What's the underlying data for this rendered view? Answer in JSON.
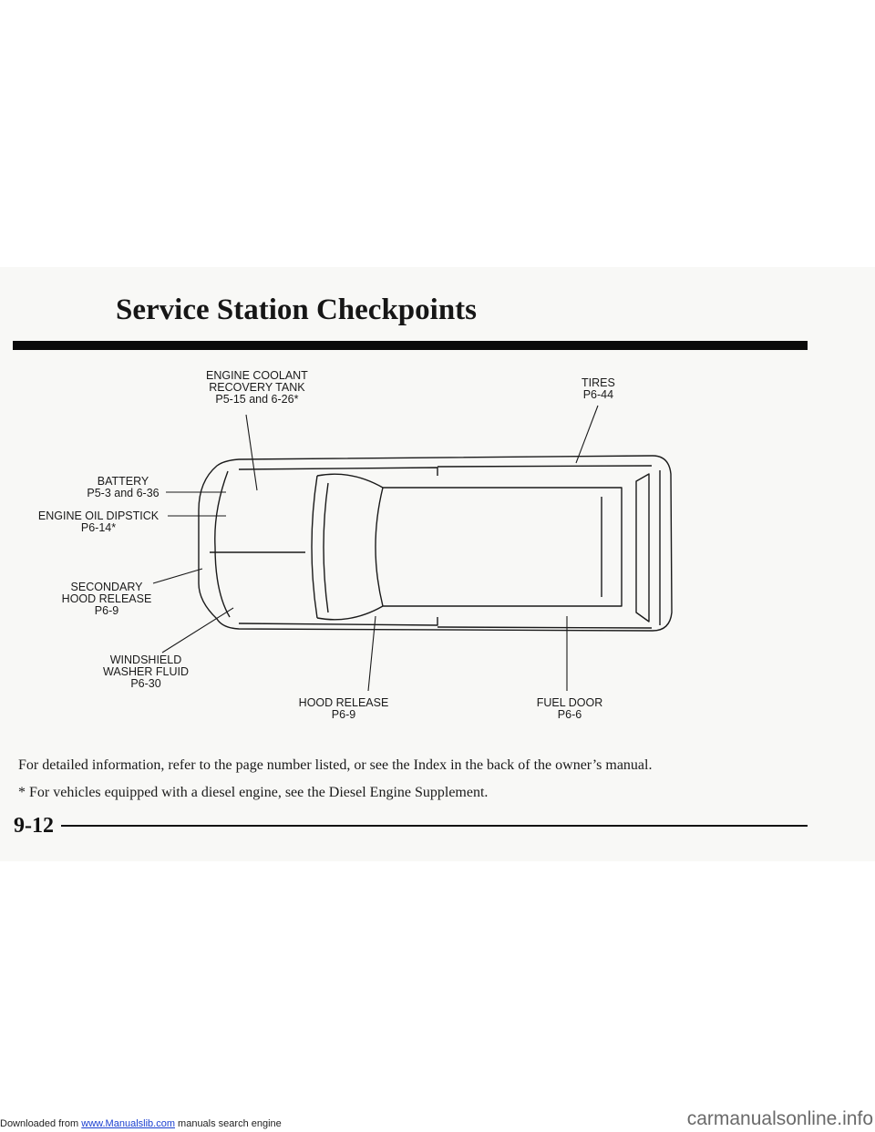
{
  "header": {
    "title": "Service Station Checkpoints"
  },
  "diagram": {
    "callouts": {
      "coolant": {
        "line1": "ENGINE COOLANT",
        "line2": "RECOVERY TANK",
        "line3": "P5-15 and 6-26*"
      },
      "tires": {
        "line1": "TIRES",
        "line2": "P6-44"
      },
      "battery": {
        "line1": "BATTERY",
        "line2": "P5-3 and 6-36"
      },
      "dipstick": {
        "line1": "ENGINE OIL DIPSTICK",
        "line2": "P6-14*"
      },
      "secondary_hood": {
        "line1": "SECONDARY",
        "line2": "HOOD RELEASE",
        "line3": "P6-9"
      },
      "washer": {
        "line1": "WINDSHIELD",
        "line2": "WASHER FLUID",
        "line3": "P6-30"
      },
      "hood_release": {
        "line1": "HOOD RELEASE",
        "line2": "P6-9"
      },
      "fuel_door": {
        "line1": "FUEL DOOR",
        "line2": "P6-6"
      }
    }
  },
  "body": {
    "paragraph1": "For detailed information, refer to the page number listed, or see the Index in the back of the owner’s manual.",
    "paragraph2": "* For vehicles equipped with a diesel engine, see the Diesel Engine Supplement."
  },
  "page_number": "9-12",
  "footer": {
    "prefix": "Downloaded from ",
    "link": "www.Manualslib.com",
    "suffix": " manuals search engine",
    "watermark": "carmanualsonline.info"
  }
}
